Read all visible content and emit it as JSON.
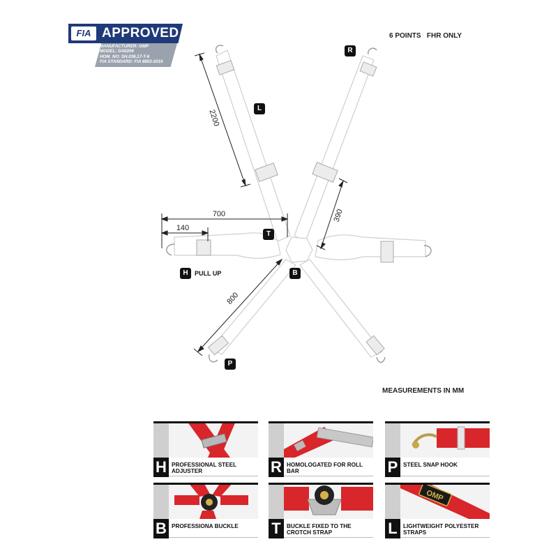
{
  "badge": {
    "logo": "FIA",
    "approved": "APPROVED",
    "lines": [
      "MANUFACTURER: OMP",
      "MODEL: DA0204",
      "HOM. NO: SH.036.17-T-6",
      "FIA STANDARD: FIA 8853-2016"
    ]
  },
  "header_note": "6 POINTS   FHR ONLY",
  "measure_note": "MEASUREMENTS IN MM",
  "diagram": {
    "labels": {
      "L": "L",
      "R": "R",
      "T": "T",
      "B": "B",
      "H": "H",
      "P": "P"
    },
    "pull_up": "PULL UP",
    "dimensions": {
      "d2200": "2200",
      "d700": "700",
      "d140": "140",
      "d390": "390",
      "d800": "800"
    }
  },
  "tiles": [
    {
      "letter": "H",
      "text": "PROFESSIONAL STEEL ADJUSTER"
    },
    {
      "letter": "R",
      "text": "HOMOLOGATED FOR ROLL BAR"
    },
    {
      "letter": "P",
      "text": "STEEL SNAP HOOK"
    },
    {
      "letter": "B",
      "text": "PROFESSIONA BUCKLE"
    },
    {
      "letter": "T",
      "text": "BUCKLE FIXED TO THE CROTCH STRAP"
    },
    {
      "letter": "L",
      "text": "LIGHTWEIGHT POLYESTER STRAPS"
    }
  ],
  "tile_logo": "OMP",
  "colors": {
    "red": "#d8262b",
    "navy": "#1f3a78",
    "grey": "#9aa2ae"
  }
}
